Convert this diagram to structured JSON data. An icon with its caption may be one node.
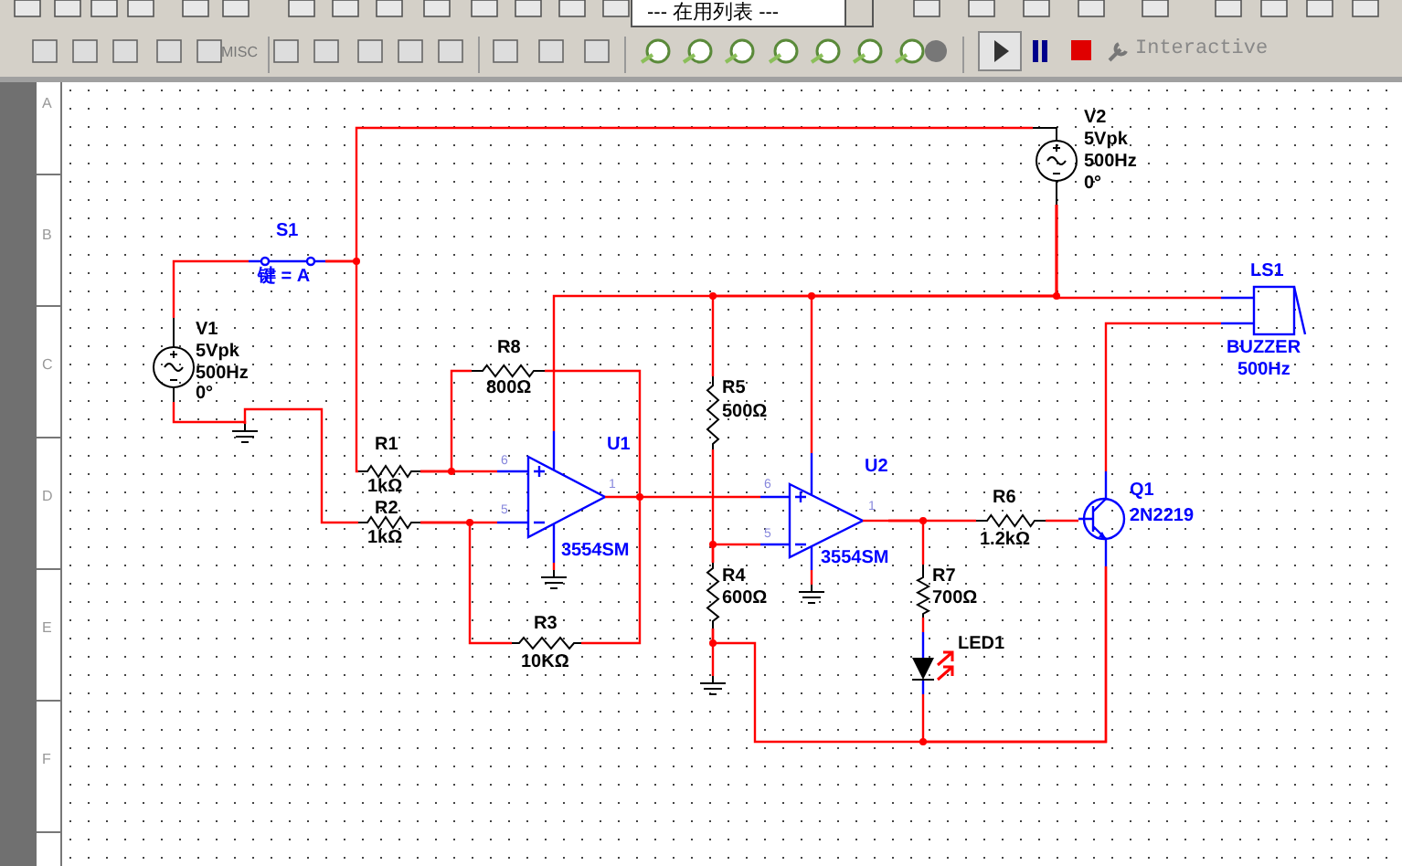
{
  "diagram": {
    "nodes": [
      {
        "text": [
          "V1",
          "5Vpk",
          "500Hz",
          "0°"
        ]
      },
      {
        "text": [
          "S1",
          "键 = A"
        ]
      },
      {
        "text": [
          "V2",
          "5Vpk",
          "500Hz",
          "0°"
        ]
      },
      {
        "text": [
          "LS1",
          "BUZZER",
          "500Hz"
        ]
      },
      {
        "text": [
          "R8",
          "800Ω"
        ]
      },
      {
        "text": [
          "R1",
          "1kΩ"
        ]
      },
      {
        "text": [
          "R2",
          "1kΩ"
        ]
      },
      {
        "text": [
          "U1",
          "3554SM"
        ]
      },
      {
        "text": [
          "R3",
          "10KΩ"
        ]
      },
      {
        "text": [
          "R5",
          "500Ω"
        ]
      },
      {
        "text": [
          "R4",
          "600Ω"
        ]
      },
      {
        "text": [
          "U2",
          "3554SM"
        ]
      },
      {
        "text": [
          "R6",
          "1.2kΩ"
        ]
      },
      {
        "text": [
          "R7",
          "700Ω"
        ]
      },
      {
        "text": [
          "LED1"
        ]
      },
      {
        "text": [
          "Q1",
          "2N2219"
        ]
      },
      {
        "text": [],
        "shape": "ground"
      },
      {
        "text": [],
        "shape": "ground"
      },
      {
        "text": [],
        "shape": "ground"
      },
      {
        "text": [],
        "shape": "ground"
      }
    ],
    "edges": [
      {
        "from": 0,
        "to": 1,
        "arrow": "none"
      },
      {
        "from": 1,
        "to": 2,
        "arrow": "none"
      },
      {
        "from": 1,
        "to": 5,
        "arrow": "none"
      },
      {
        "from": 0,
        "to": 16,
        "arrow": "none"
      },
      {
        "from": 16,
        "to": 6,
        "arrow": "none"
      },
      {
        "from": 5,
        "to": 7,
        "arrow": "none"
      },
      {
        "from": 4,
        "to": 5,
        "arrow": "none"
      },
      {
        "from": 6,
        "to": 7,
        "arrow": "none"
      },
      {
        "from": 8,
        "to": 6,
        "arrow": "none"
      },
      {
        "from": 4,
        "to": 7,
        "arrow": "none"
      },
      {
        "from": 8,
        "to": 7,
        "arrow": "none"
      },
      {
        "from": 7,
        "to": 11,
        "arrow": "none"
      },
      {
        "from": 7,
        "to": 2,
        "arrow": "none"
      },
      {
        "from": 7,
        "to": 17,
        "arrow": "none"
      },
      {
        "from": 9,
        "to": 2,
        "arrow": "none"
      },
      {
        "from": 11,
        "to": 2,
        "arrow": "none"
      },
      {
        "from": 2,
        "to": 3,
        "arrow": "none"
      },
      {
        "from": 11,
        "to": 18,
        "arrow": "none"
      },
      {
        "from": 9,
        "to": 10,
        "arrow": "none"
      },
      {
        "from": 10,
        "to": 11,
        "arrow": "none"
      },
      {
        "from": 10,
        "to": 19,
        "arrow": "none"
      },
      {
        "from": 10,
        "to": 15,
        "arrow": "none"
      },
      {
        "from": 11,
        "to": 12,
        "arrow": "none"
      },
      {
        "from": 12,
        "to": 15,
        "arrow": "none"
      },
      {
        "from": 13,
        "to": 11,
        "arrow": "none"
      },
      {
        "from": 13,
        "to": 14,
        "arrow": "none"
      },
      {
        "from": 14,
        "to": 15,
        "arrow": "none"
      },
      {
        "from": 15,
        "to": 3,
        "arrow": "none"
      }
    ],
    "labels": [
      "--- 在用列表 ---",
      "MISC",
      "Interactive",
      "A",
      "B",
      "C",
      "D",
      "E",
      "F",
      "6",
      "5",
      "1",
      "6",
      "5",
      "1"
    ]
  }
}
